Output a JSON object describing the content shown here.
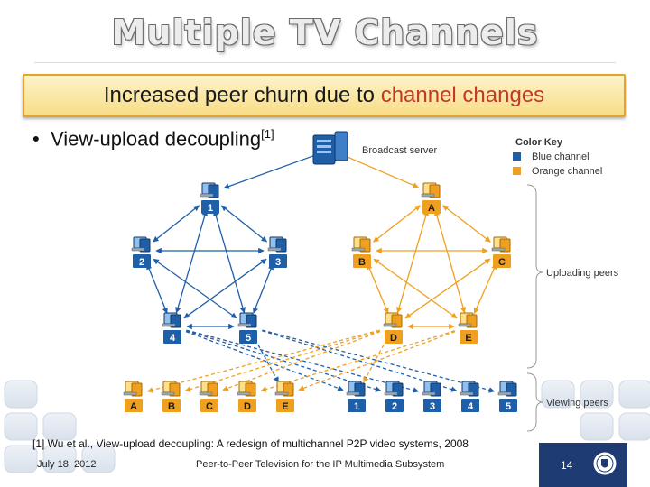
{
  "title": "Multiple TV Channels",
  "callout": {
    "prefix": "Increased peer churn due to ",
    "highlight": "channel changes"
  },
  "bullet": {
    "marker": "•",
    "text": "View-upload decoupling",
    "ref": "[1]"
  },
  "diagram": {
    "broadcast_server": "Broadcast server",
    "color_key": {
      "title": "Color Key",
      "entries": [
        {
          "label": "Blue channel",
          "color": "#1f5fa8"
        },
        {
          "label": "Orange channel",
          "color": "#f0a020"
        }
      ]
    },
    "uploading_peers_label": "Uploading peers",
    "viewing_peers_label": "Viewing peers",
    "blue_uploaders": [
      "1",
      "2",
      "3",
      "4",
      "5"
    ],
    "orange_uploaders": [
      "A",
      "B",
      "C",
      "D",
      "E"
    ],
    "left_viewers": [
      "A",
      "B",
      "C",
      "D",
      "E"
    ],
    "right_viewers": [
      "1",
      "2",
      "3",
      "4",
      "5"
    ]
  },
  "reference": {
    "text": "[1] Wu et al., View-upload decoupling: A redesign of multichannel P2P video systems, 2008"
  },
  "footer": {
    "date": "July 18, 2012",
    "center": "Peer-to-Peer Television for the IP Multimedia Subsystem",
    "page": "14"
  },
  "colors": {
    "blue": "#1f5fa8",
    "orange": "#f0a020",
    "footer_box": "#1f3b73",
    "callout_border": "#e3a42e",
    "highlight": "#c0392b"
  }
}
